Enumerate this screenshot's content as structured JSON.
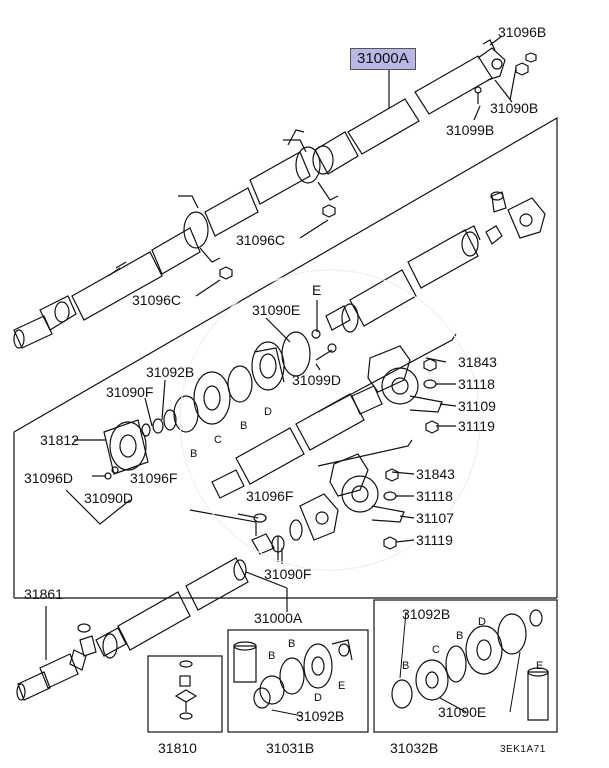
{
  "diagram": {
    "code": "3EK1A71",
    "parts": {
      "p31000A_top": "31000A",
      "p31096B": "31096B",
      "p31090B": "31090B",
      "p31099B": "31099B",
      "p31096C_1": "31096C",
      "p31096C_2": "31096C",
      "p31090E_top": "31090E",
      "pE_top": "E",
      "p31099D": "31099D",
      "p31092B_mid": "31092B",
      "p31090F_mid": "31090F",
      "pB_1": "B",
      "pC_1": "C",
      "pB_2": "B",
      "pD_1": "D",
      "p31812": "31812",
      "p31096D": "31096D",
      "p31096F_1": "31096F",
      "p31090D": "31090D",
      "p31843_1": "31843",
      "p31118_1": "31118",
      "p31109": "31109",
      "p31119_1": "31119",
      "p31843_2": "31843",
      "p31118_2": "31118",
      "p31107": "31107",
      "p31119_2": "31119",
      "p31096F_2": "31096F",
      "p31090F_low": "31090F",
      "p31861": "31861",
      "p31000A_low": "31000A",
      "p31092B_box": "31092B",
      "pC_box": "C",
      "pB_box": "B",
      "pD_box": "D",
      "pB_box2": "B",
      "pE_box": "E",
      "p31090E_box": "31090E",
      "pB_box1a": "B",
      "pB_box1b": "B",
      "pD_box1": "D",
      "pE_box1": "E",
      "p31092B_box1": "31092B",
      "p31810": "31810",
      "p31031B": "31031B",
      "p31032B": "31032B"
    }
  }
}
